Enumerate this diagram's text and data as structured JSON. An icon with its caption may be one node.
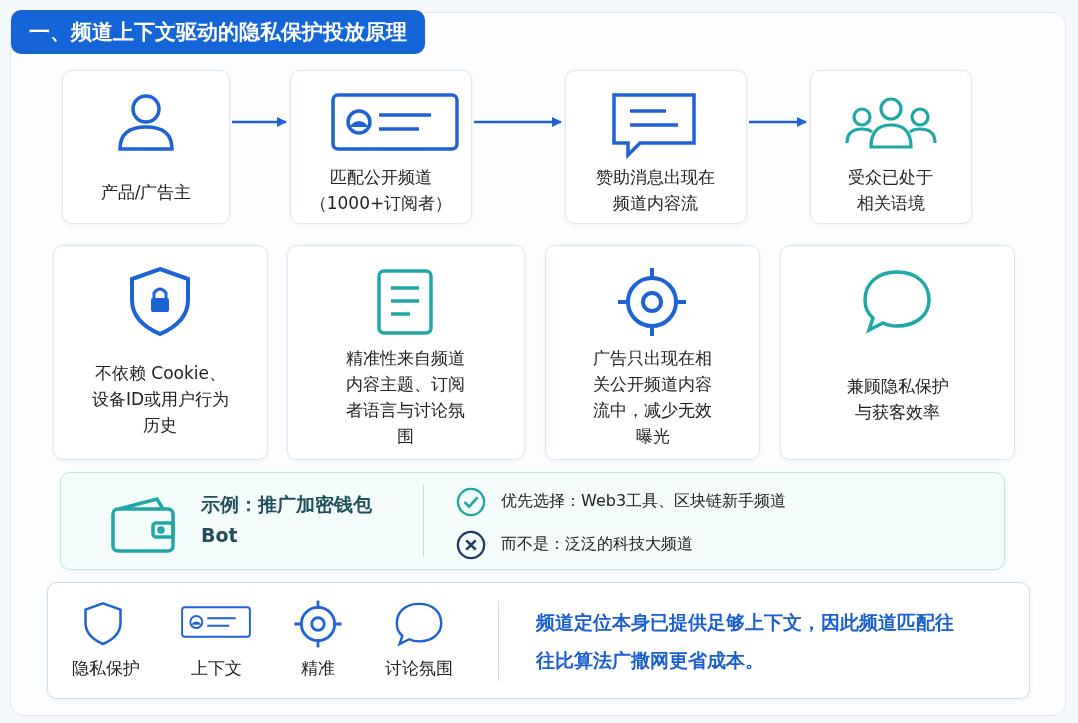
{
  "diagram": {
    "title": "一、频道上下文驱动的隐私保护投放原理",
    "nodes": [
      {
        "text": [
          "产品/广告主"
        ]
      },
      {
        "text": [
          "匹配公开频道（1000+订阅者）"
        ]
      },
      {
        "text": [
          "赞助消息出现在频道内容流"
        ]
      },
      {
        "text": [
          "受众已处于相关语境"
        ]
      },
      {
        "text": [
          "不依赖 Cookie、设备ID或用户行为历史"
        ]
      },
      {
        "text": [
          "精准性来自频道内容主题、订阅者语言与讨论氛围"
        ]
      },
      {
        "text": [
          "广告只出现在相关公开频道内容流中，减少无效曝光"
        ]
      },
      {
        "text": [
          "兼顾隐私保护与获客效率"
        ]
      },
      {
        "text": [
          "示例：推广加密钱包 Bot",
          "优先选择：Web3工具、区块链新手频道",
          "而不是：泛泛的科技大频道"
        ]
      },
      {
        "text": [
          "隐私保护",
          "上下文",
          "精准",
          "讨论氛围",
          "频道定位本身已提供足够上下文，因此频道匹配往往比算法广撒网更省成本。"
        ]
      }
    ],
    "edges": [
      {
        "from": 0,
        "to": 1,
        "arrow": "to"
      },
      {
        "from": 1,
        "to": 2,
        "arrow": "to"
      },
      {
        "from": 2,
        "to": 3,
        "arrow": "to"
      }
    ]
  }
}
